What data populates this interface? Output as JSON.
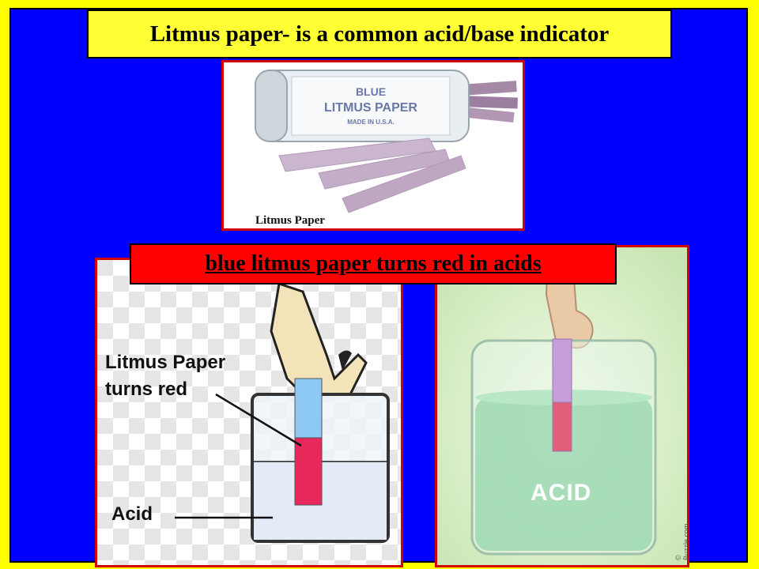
{
  "title": "Litmus paper- is a common acid/base indicator",
  "caption": "blue litmus paper turns red in acids",
  "vial_image": {
    "label_line1": "BLUE",
    "label_line2": "LITMUS PAPER",
    "label_line3": "MADE IN U.S.A.",
    "caption": "Litmus Paper"
  },
  "diagram": {
    "label_line1": "Litmus Paper",
    "label_line2": "turns red",
    "acid_label": "Acid"
  },
  "illustration": {
    "acid_label": "ACID",
    "copyright": "© Buzzle.com"
  },
  "colors": {
    "background": "#ffff00",
    "panel": "#0000ff",
    "title_box": "#ffff33",
    "caption_box": "#ff0000",
    "frame": "#d40000"
  }
}
